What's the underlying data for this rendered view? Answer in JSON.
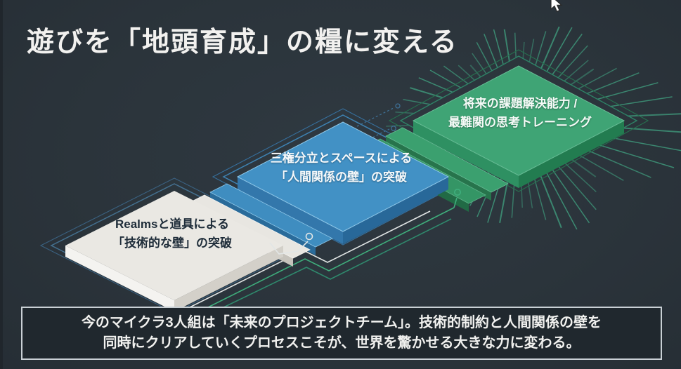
{
  "slide_title": "遊びを「地頭育成」の糧に変える",
  "platforms": [
    {
      "id": "technical-wall",
      "line1": "Realmsと道具による",
      "line2": "「技術的な壁」の突破",
      "top": "#eae8e3",
      "left": "#f4f3f0",
      "right": "#d3d0c9",
      "text_color": "#1e2c39"
    },
    {
      "id": "human-relations-wall",
      "line1": "三権分立とスペースによる",
      "line2": "「人間関係の壁」の突破",
      "top": "#4291c5",
      "left": "#3377ab",
      "right": "#286899",
      "text_color": "#f5f8fa"
    },
    {
      "id": "future-ability",
      "line1": "将来の課題解決能力 /",
      "line2": "最難関の思考トレーニング",
      "top": "#3fa475",
      "left": "#2e9062",
      "right": "#227c50",
      "text_color": "#f5faf7"
    }
  ],
  "steps": {
    "green1_top": "#3ba06f",
    "green1_side": "#27744c",
    "green2_top": "#349565",
    "green2_side": "#216a45",
    "blue_top": "#3f8dc0",
    "blue_side": "#2a6b9a",
    "white_top": "#e8e6e1",
    "white_side": "#c6c3bc"
  },
  "footer": {
    "line1": "今のマイクラ3人組は「未来のプロジェクトチーム」。技術的制約と人間関係の壁を",
    "line2": "同時にクリアしていくプロセスこそが、世界を驚かせる大きな力に変わる。"
  },
  "colors": {
    "background": "#2b343b",
    "title_color": "#f2f1ef",
    "rays": "#3d8f75",
    "trace_white": "#e2e6e6",
    "trace_green": "#3fae7c",
    "trace_teal": "#2f8a6d",
    "trace_blue_dotted": "#3e6f94",
    "outline_white_platform": "#44708f",
    "outline_blue_platform": "#3e82b2",
    "outline_green_platform": "#2e8266",
    "footer_border": "#c9d0d5",
    "footer_bg": "#20282e"
  },
  "cursor_icon": "arrow-pointer"
}
